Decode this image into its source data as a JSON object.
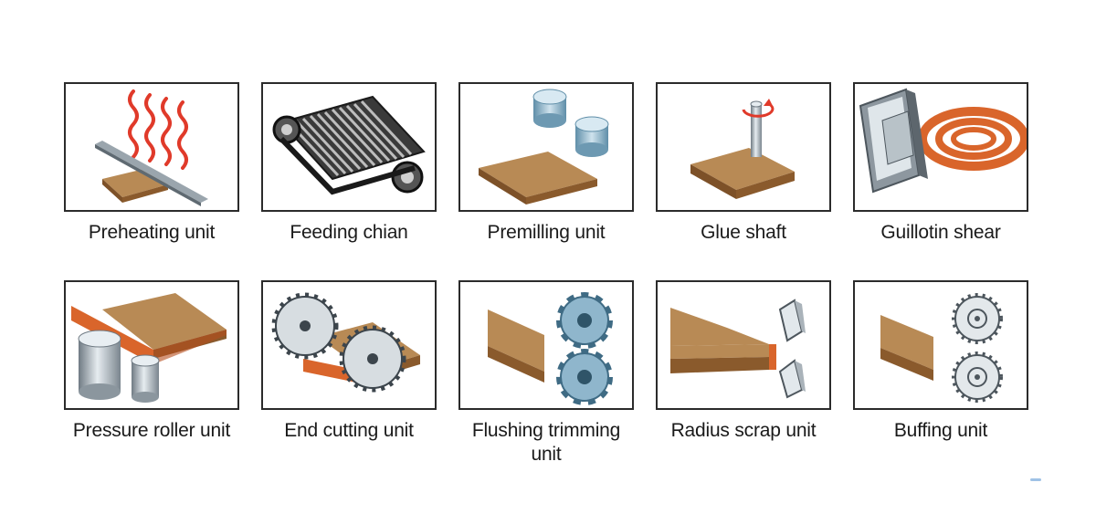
{
  "units": [
    {
      "label": "Preheating unit",
      "icon": "preheating-icon"
    },
    {
      "label": "Feeding chian",
      "icon": "feeding-chain-icon"
    },
    {
      "label": "Premilling unit",
      "icon": "premilling-icon"
    },
    {
      "label": "Glue shaft",
      "icon": "glue-shaft-icon"
    },
    {
      "label": "Guillotin shear",
      "icon": "guillotine-shear-icon"
    },
    {
      "label": "Pressure roller unit",
      "icon": "pressure-roller-icon"
    },
    {
      "label": "End cutting unit",
      "icon": "end-cutting-icon"
    },
    {
      "label": "Flushing trimming unit",
      "icon": "flushing-trimming-icon"
    },
    {
      "label": "Radius scrap unit",
      "icon": "radius-scrap-icon"
    },
    {
      "label": "Buffing unit",
      "icon": "buffing-icon"
    }
  ],
  "colors": {
    "wood_top": "#b88a55",
    "wood_side": "#8a5a2c",
    "edge_band": "#d9652b",
    "heat_wave": "#e03a2a",
    "steel": "#a9b4bd",
    "tool_blue": "#8fb6cc",
    "frame": "#2b2b2b"
  }
}
